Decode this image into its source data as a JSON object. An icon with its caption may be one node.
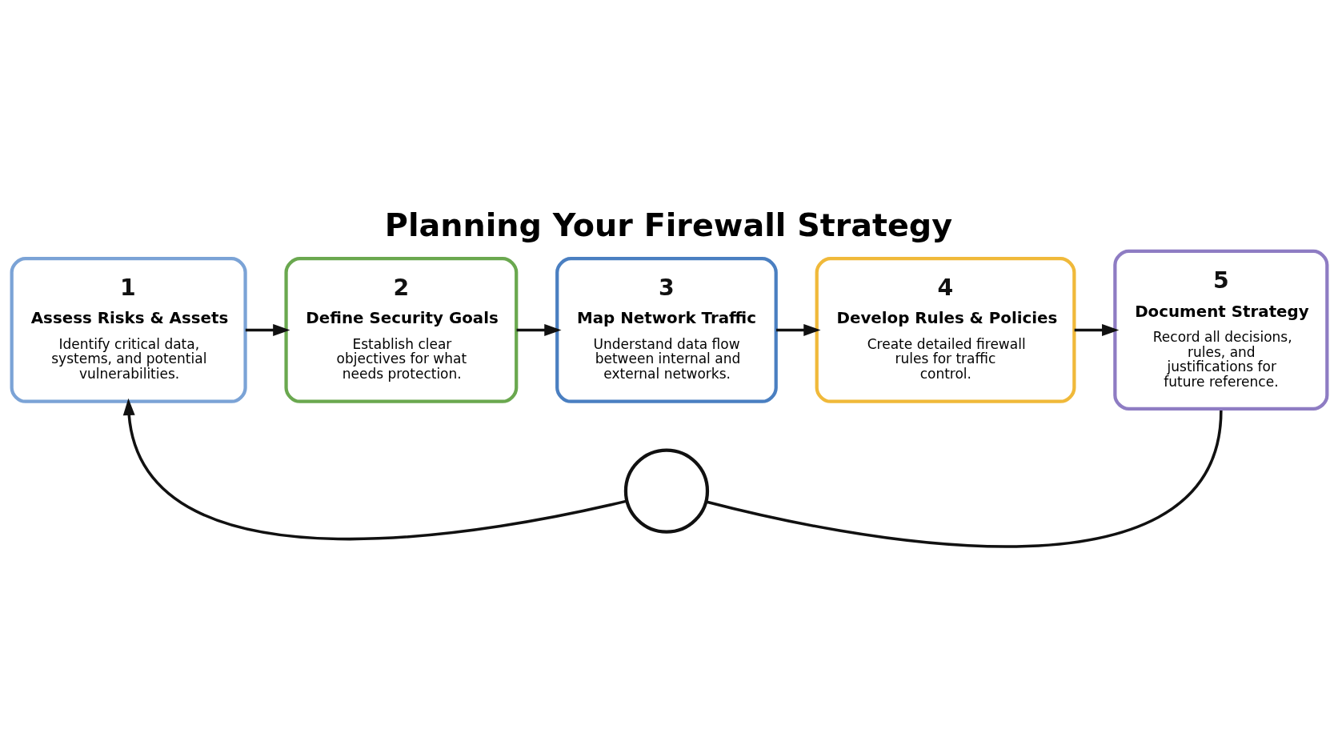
{
  "diagram": {
    "title": "Planning Your Firewall Strategy",
    "nodes": [
      {
        "text": [
          "1",
          "Assess Risks & Assets",
          "Identify critical data, systems, and potential vulnerabilities."
        ]
      },
      {
        "text": [
          "2",
          "Define Security Goals",
          "Establish clear objectives for what needs protection."
        ]
      },
      {
        "text": [
          "3",
          "Map Network Traffic",
          "Understand data flow between internal and external networks."
        ]
      },
      {
        "text": [
          "4",
          "Develop Rules & Policies",
          "Create detailed firewall rules for traffic control."
        ]
      },
      {
        "text": [
          "5",
          "Document Strategy",
          "Record all decisions, rules, and justifications for future reference."
        ]
      },
      {
        "text": [],
        "shape": "circle"
      }
    ],
    "edges": [
      {
        "from": 0,
        "to": 1,
        "arrow": "to"
      },
      {
        "from": 1,
        "to": 2,
        "arrow": "to"
      },
      {
        "from": 2,
        "to": 3,
        "arrow": "to"
      },
      {
        "from": 3,
        "to": 4,
        "arrow": "to"
      },
      {
        "from": 4,
        "to": 5,
        "arrow": "none"
      },
      {
        "from": 5,
        "to": 0,
        "arrow": "to"
      }
    ]
  }
}
